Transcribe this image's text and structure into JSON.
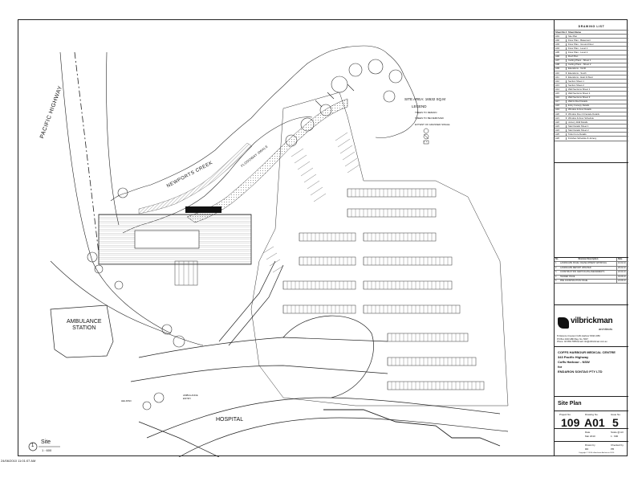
{
  "plan": {
    "pacific_highway": "PACIFIC HIGHWAY",
    "newports_creek": "NEWPORTS CREEK",
    "ambulance_station": [
      "AMBULANCE",
      "STATION"
    ],
    "hospital": "HOSPITAL",
    "floodway_swale": "FLOODWAY SWALE",
    "helipad": "HELIPAD",
    "ambulance_entry": [
      "AMBULANCE",
      "ENTRY"
    ],
    "site_area": "SITE AREA: 16532 SQ.M",
    "legend": {
      "title": "LEGEND",
      "items": [
        "TREES TO REMAIN",
        "TREES TO BE REMOVED",
        "EXTENT OF GRASSED SWALE"
      ]
    },
    "timestamp": "24/06/2010 11:01:07 AM",
    "site_label": {
      "number": "1",
      "title": "Site",
      "scale": "1 : 600"
    }
  },
  "title_block": {
    "drawing_list_title": "DRAWING LIST",
    "drawing_list_headers": [
      "Sheet No.",
      "Sheet Name"
    ],
    "drawing_list": [
      [
        "A01",
        "Site Plan"
      ],
      [
        "A02",
        "Floor Plan - Basement"
      ],
      [
        "A03",
        "Floor Plan - Ground Floor"
      ],
      [
        "A04",
        "Floor Plan - Level 1"
      ],
      [
        "A05",
        "Floor Plan - Level 2"
      ],
      [
        "A06",
        "Roof Plan"
      ],
      [
        "A07",
        "Ceiling Plans - Sheet 1"
      ],
      [
        "A08",
        "Ceiling Plans - Sheet 2"
      ],
      [
        "A09",
        "Elevations - North"
      ],
      [
        "A10",
        "Elevations - South"
      ],
      [
        "A11",
        "Elevations - East & West"
      ],
      [
        "A12",
        "Section Sheet 1"
      ],
      [
        "A13",
        "Section Sheet 2"
      ],
      [
        "A14",
        "Wall Sections Sheet 1"
      ],
      [
        "A15",
        "Wall Sections Sheet 2"
      ],
      [
        "A16",
        "Wall Sections Sheet 3"
      ],
      [
        "A17",
        "Wall & Roof Details"
      ],
      [
        "A18",
        "Entry Canopy Details"
      ],
      [
        "A19",
        "Window & Door Details"
      ],
      [
        "A20",
        "Window Door & Facade Details"
      ],
      [
        "A21",
        "Window & Door Schedule"
      ],
      [
        "A22",
        "Joinery Wall Details"
      ],
      [
        "A23",
        "Stair Details Sheet 1"
      ],
      [
        "A24",
        "Stair Details Sheet 2"
      ],
      [
        "A25",
        "Toilet Core Details"
      ],
      [
        "A26",
        "Finishes Schedule & Joinery"
      ]
    ],
    "revision_headers": [
      "No.",
      "Revision Description",
      "Date"
    ],
    "revisions": [
      [
        "1",
        "LANDSCAPE ISSUE / DEVELOPMENT APPROVAL",
        "10.02.10"
      ],
      [
        "2",
        "LANDSCAPE REPORT UPDATED",
        "26.02.10"
      ],
      [
        "3",
        "CONSTRUCTION CERTIFICATE AMENDMENTS",
        "22.04.10"
      ],
      [
        "4",
        "TENDER ISSUE",
        "04.06.10"
      ],
      [
        "5",
        "PRE CONSTRUCTION ISSUE",
        "24.06.10"
      ]
    ],
    "firm": {
      "name": "vilbrickman",
      "sub": "architects"
    },
    "address": [
      "8 Clarence Crescent  Coffs Harbour   NSW  2450",
      "PO Box 2323                  ABN Reg. No. 5607",
      "Phone: 02 6651 5555  Email: info@vilbrickman.com.au"
    ],
    "project": [
      "COFFS HARBOUR MEDICAL CENTRE",
      "343 Pacific Highway",
      "Coffs Harbour - NSW",
      "for",
      "ENDARON SONTAG PTY LTD"
    ],
    "sheet_title": "Site Plan",
    "project_no_label": "Project No.",
    "project_no": "109",
    "drawing_no_label": "Drawing No.",
    "drawing_no": "A01",
    "issue_no_label": "Issue No.",
    "issue_no": "5",
    "date_label": "Date",
    "date": "Mar 2010",
    "scale_label": "Scale @ A3",
    "scale": "1 : 600",
    "drawn_label": "Drawn by",
    "drawn": "RD",
    "checked_label": "Checked by",
    "checked": "PB",
    "copyright": "Copyright © 2010 vilbrickman Architects 2010"
  }
}
